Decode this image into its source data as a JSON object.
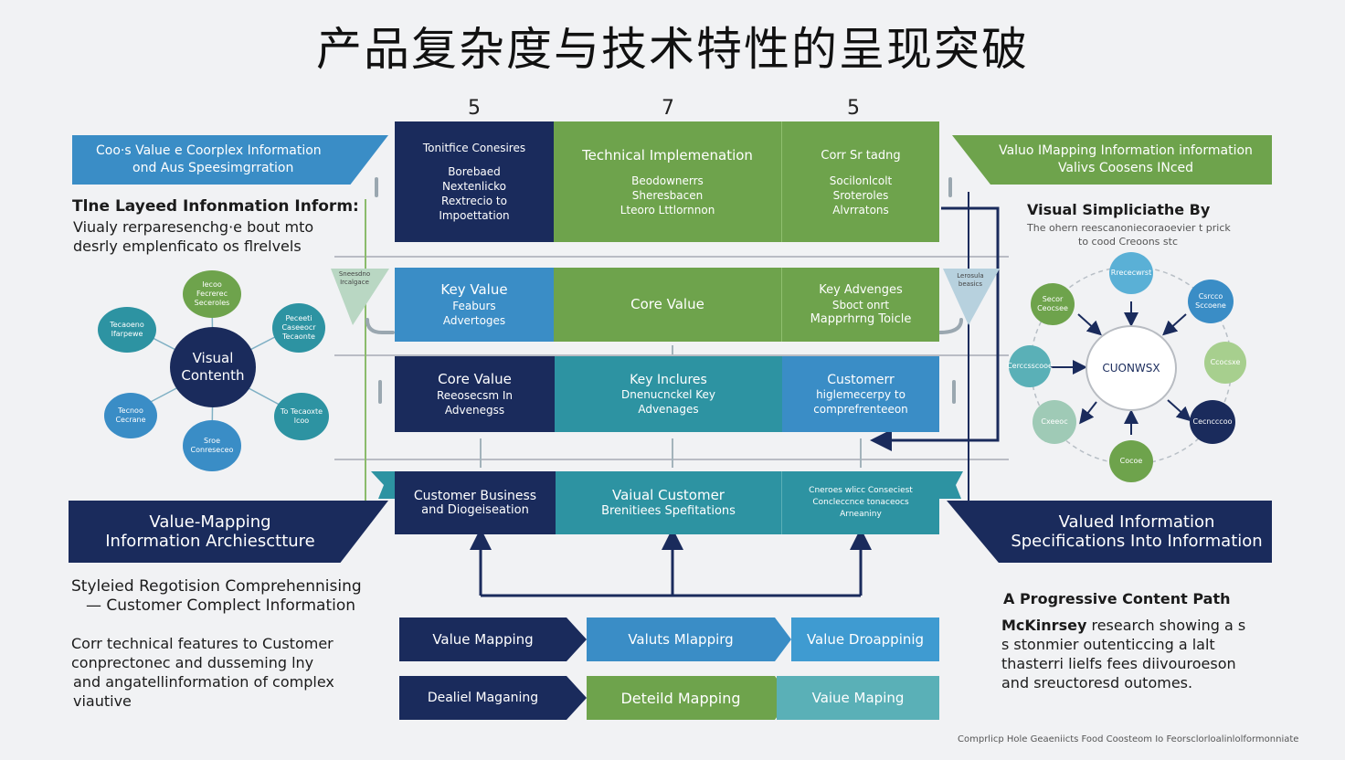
{
  "title": "产品复杂度与技术特性的呈现突破",
  "numbers": [
    "5",
    "7",
    "5"
  ],
  "banners": {
    "top_left": [
      "Coo·s Value e Coorplex Information",
      "ond Aus Speesimgrration"
    ],
    "top_right": [
      "Valuo IMapping Information information",
      "Valivs Coosens INced"
    ],
    "bottom_left": [
      "Value-Mapping",
      "Information Archiesctture"
    ],
    "bottom_right": [
      "Valued Information",
      "Specifications  Into Information"
    ]
  },
  "grid": {
    "row1": [
      {
        "h": "Tonitfice Conesires",
        "s": [
          "Borebaed",
          "Nextenlicko",
          "Rextrecio to",
          "Impoettation"
        ]
      },
      {
        "h": "Technical Implemenation",
        "s": [
          "Beodownerrs",
          "Sheresbacen",
          "Lteoro Lttlornnon"
        ]
      },
      {
        "h": "Corr Sr tadng",
        "s": [
          "Socilonlcolt",
          "Sroteroles",
          "Alvrratons"
        ]
      }
    ],
    "row2": [
      {
        "h": "Key Value",
        "s": [
          "Feaburs",
          "Advertoges"
        ]
      },
      {
        "h": "Core Value",
        "s": []
      },
      {
        "h": "Key Advenges",
        "s": [
          "Sboct onrt",
          "Mapprhrng Toicle"
        ]
      }
    ],
    "row3": [
      {
        "h": "Core Value",
        "s": [
          "Reeosecsm In",
          "Advenegss"
        ]
      },
      {
        "h": "Key Inclures",
        "s": [
          "Dnenucnckel Key",
          "Advenages"
        ]
      },
      {
        "h": "Customerr",
        "s": [
          "higlemecerpy to",
          "comprefrenteeon"
        ]
      }
    ],
    "row4": [
      {
        "h": "Customer Business",
        "s": [
          "and Diogeiseation"
        ]
      },
      {
        "h": "Vaiual Customer",
        "s": [
          "Brenitiees Spefitations"
        ]
      },
      {
        "h": "Cneroes wlicc Conseciest",
        "s": [
          "Concleccnce tonaceocs",
          "Arneaniny"
        ]
      }
    ]
  },
  "side_tags": [
    "Sneesdno Ircalgace",
    "Lerosula beasics"
  ],
  "left": {
    "heading": "Tlne Layeed Infonmation Inform:",
    "lines": [
      "Viualy rerparesenchg·e bout mto",
      "desrly emplenficato os flrelvels"
    ],
    "hub": [
      "Visual",
      "Contenth"
    ],
    "bubbles": [
      "Iecoo Fecrerec Seceroles",
      "Tecaoeno Ifarpewe",
      "Peceeti Caseeocr Tecaonte",
      "Tecnoo Cecrane",
      "Sroe Conreseceo",
      "To Tecaoxte lcoo"
    ],
    "heading2": [
      "Styleied Regotision Comprehennising",
      "— Customer Complect Information"
    ],
    "para": [
      "Corr technical features to Customer",
      "conprectonec and dusseming lny",
      "and angatellinformation of complex",
      "viautive"
    ]
  },
  "right": {
    "heading": "Visual Simpliciathe By",
    "lines": [
      "The ohern reescanoniecoraoevier t prick",
      "to cood Creoons stc"
    ],
    "hub": "CUONWSX",
    "bubbles": [
      "Rrececwrst",
      "Secor Ceocsee",
      "Csrcco Sccoene",
      "Cerccsscooe",
      "Ccocsxe",
      "Cxeeoc",
      "Cecncccoo",
      "Cocoe"
    ],
    "heading2": "A Progressive Content Path",
    "para_bold": "McKinrsey",
    "para": [
      " research showing a s",
      "s stonmier outenticcing a lalt",
      "thasterri lielfs fees diivouroeson",
      "and sreuctoresd outomes."
    ]
  },
  "pills": {
    "row1": [
      "Value Mapping",
      "Valuts Mlappirg",
      "Value Droappinig"
    ],
    "row2": [
      "Dealiel Maganing",
      "Deteild Mapping",
      "Vaiue Maping"
    ]
  },
  "footer": "Comprlicp Hole Geaeniicts Food Coosteom Io Feorsclorloalinlolformonniate",
  "colors": {
    "navy": "#1a2b5c",
    "green": "#6ea34c",
    "blue": "#3a8dc6",
    "teal": "#2d93a2",
    "light_teal": "#5ab0b7"
  }
}
